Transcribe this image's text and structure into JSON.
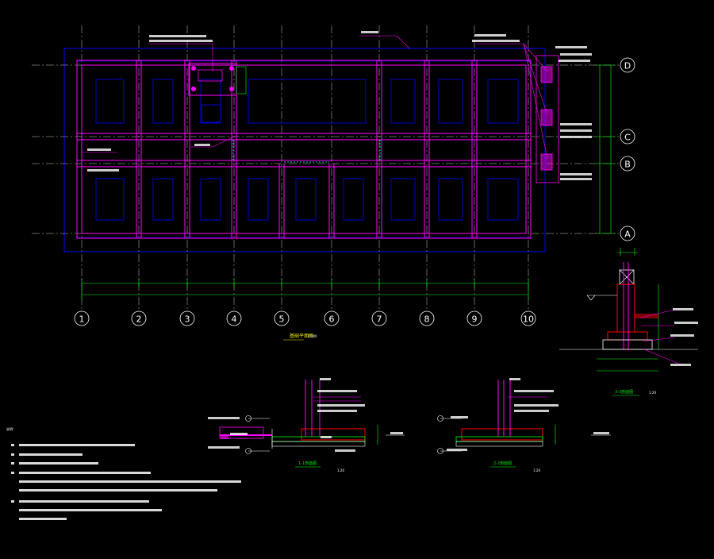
{
  "colors": {
    "background": "#000000",
    "grid": "#ffffff",
    "foundation": "#ff00ff",
    "slab_outline": "#0000ff",
    "openings": "#0000ff",
    "dimension": "#00ff00",
    "leader": "#ff00ff",
    "text": "#ffffff",
    "title": "#e6e600",
    "concrete": "#ff0000",
    "cyan": "#00ffff"
  },
  "axes": {
    "vertical": [
      "1",
      "2",
      "3",
      "4",
      "5",
      "6",
      "7",
      "8",
      "9",
      "10"
    ],
    "horizontal": [
      "D",
      "C",
      "B",
      "A"
    ]
  },
  "plan": {
    "title": "基础平面图",
    "scale": "1:100"
  },
  "sections": [
    {
      "id": "1-1",
      "title": "1-1剖面图",
      "scale": "1:20"
    },
    {
      "id": "2-2",
      "title": "2-2剖面图",
      "scale": "1:20"
    },
    {
      "id": "3-3",
      "title": "3-3剖面图",
      "scale": "1:20"
    }
  ],
  "notes": {
    "heading": "说明："
  }
}
